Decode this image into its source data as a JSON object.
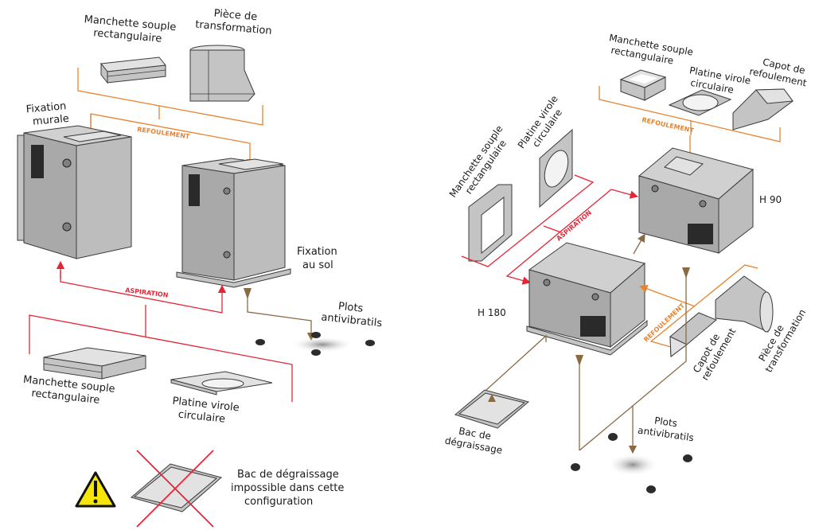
{
  "colors": {
    "refoulement": "#e8822f",
    "aspiration": "#e42535",
    "support": "#8a6a45",
    "metal": "#a9a9a9",
    "warning": "#f5e50a"
  },
  "left": {
    "top_parts": {
      "manchette": [
        "Manchette souple",
        "rectangulaire"
      ],
      "piece": [
        "Pièce de",
        "transformation"
      ]
    },
    "refoulement_label": "REFOULEMENT",
    "aspiration_label": "ASPIRATION",
    "fixation_murale": [
      "Fixation",
      "murale"
    ],
    "fixation_sol": [
      "Fixation",
      "au sol"
    ],
    "plots": [
      "Plots",
      "antivibratils"
    ],
    "bottom_parts": {
      "manchette": [
        "Manchette souple",
        "rectangulaire"
      ],
      "platine": [
        "Platine virole",
        "circulaire"
      ]
    },
    "warning": {
      "icon": "warning-triangle-icon",
      "text": [
        "Bac de dégraissage",
        "impossible dans cette",
        "configuration"
      ]
    }
  },
  "right": {
    "top_parts": {
      "manchette": [
        "Manchette souple",
        "rectangulaire"
      ],
      "platine": [
        "Platine virole",
        "circulaire"
      ],
      "capot": [
        "Capot de",
        "refoulement"
      ]
    },
    "refoulement_top_label": "REFOULEMENT",
    "side_parts": {
      "manchette": [
        "Manchette souple",
        "rectangulaire"
      ],
      "platine": [
        "Platine virole",
        "circulaire"
      ]
    },
    "aspiration_label": "ASPIRATION",
    "h90": "H 90",
    "h180": "H 180",
    "refoulement_side_label": "REFOULEMENT",
    "capot": [
      "Capot de",
      "refoulement"
    ],
    "piece": [
      "Pièce de",
      "transformation"
    ],
    "bac": [
      "Bac de",
      "dégraissage"
    ],
    "plots": [
      "Plots",
      "antivibratils"
    ]
  }
}
